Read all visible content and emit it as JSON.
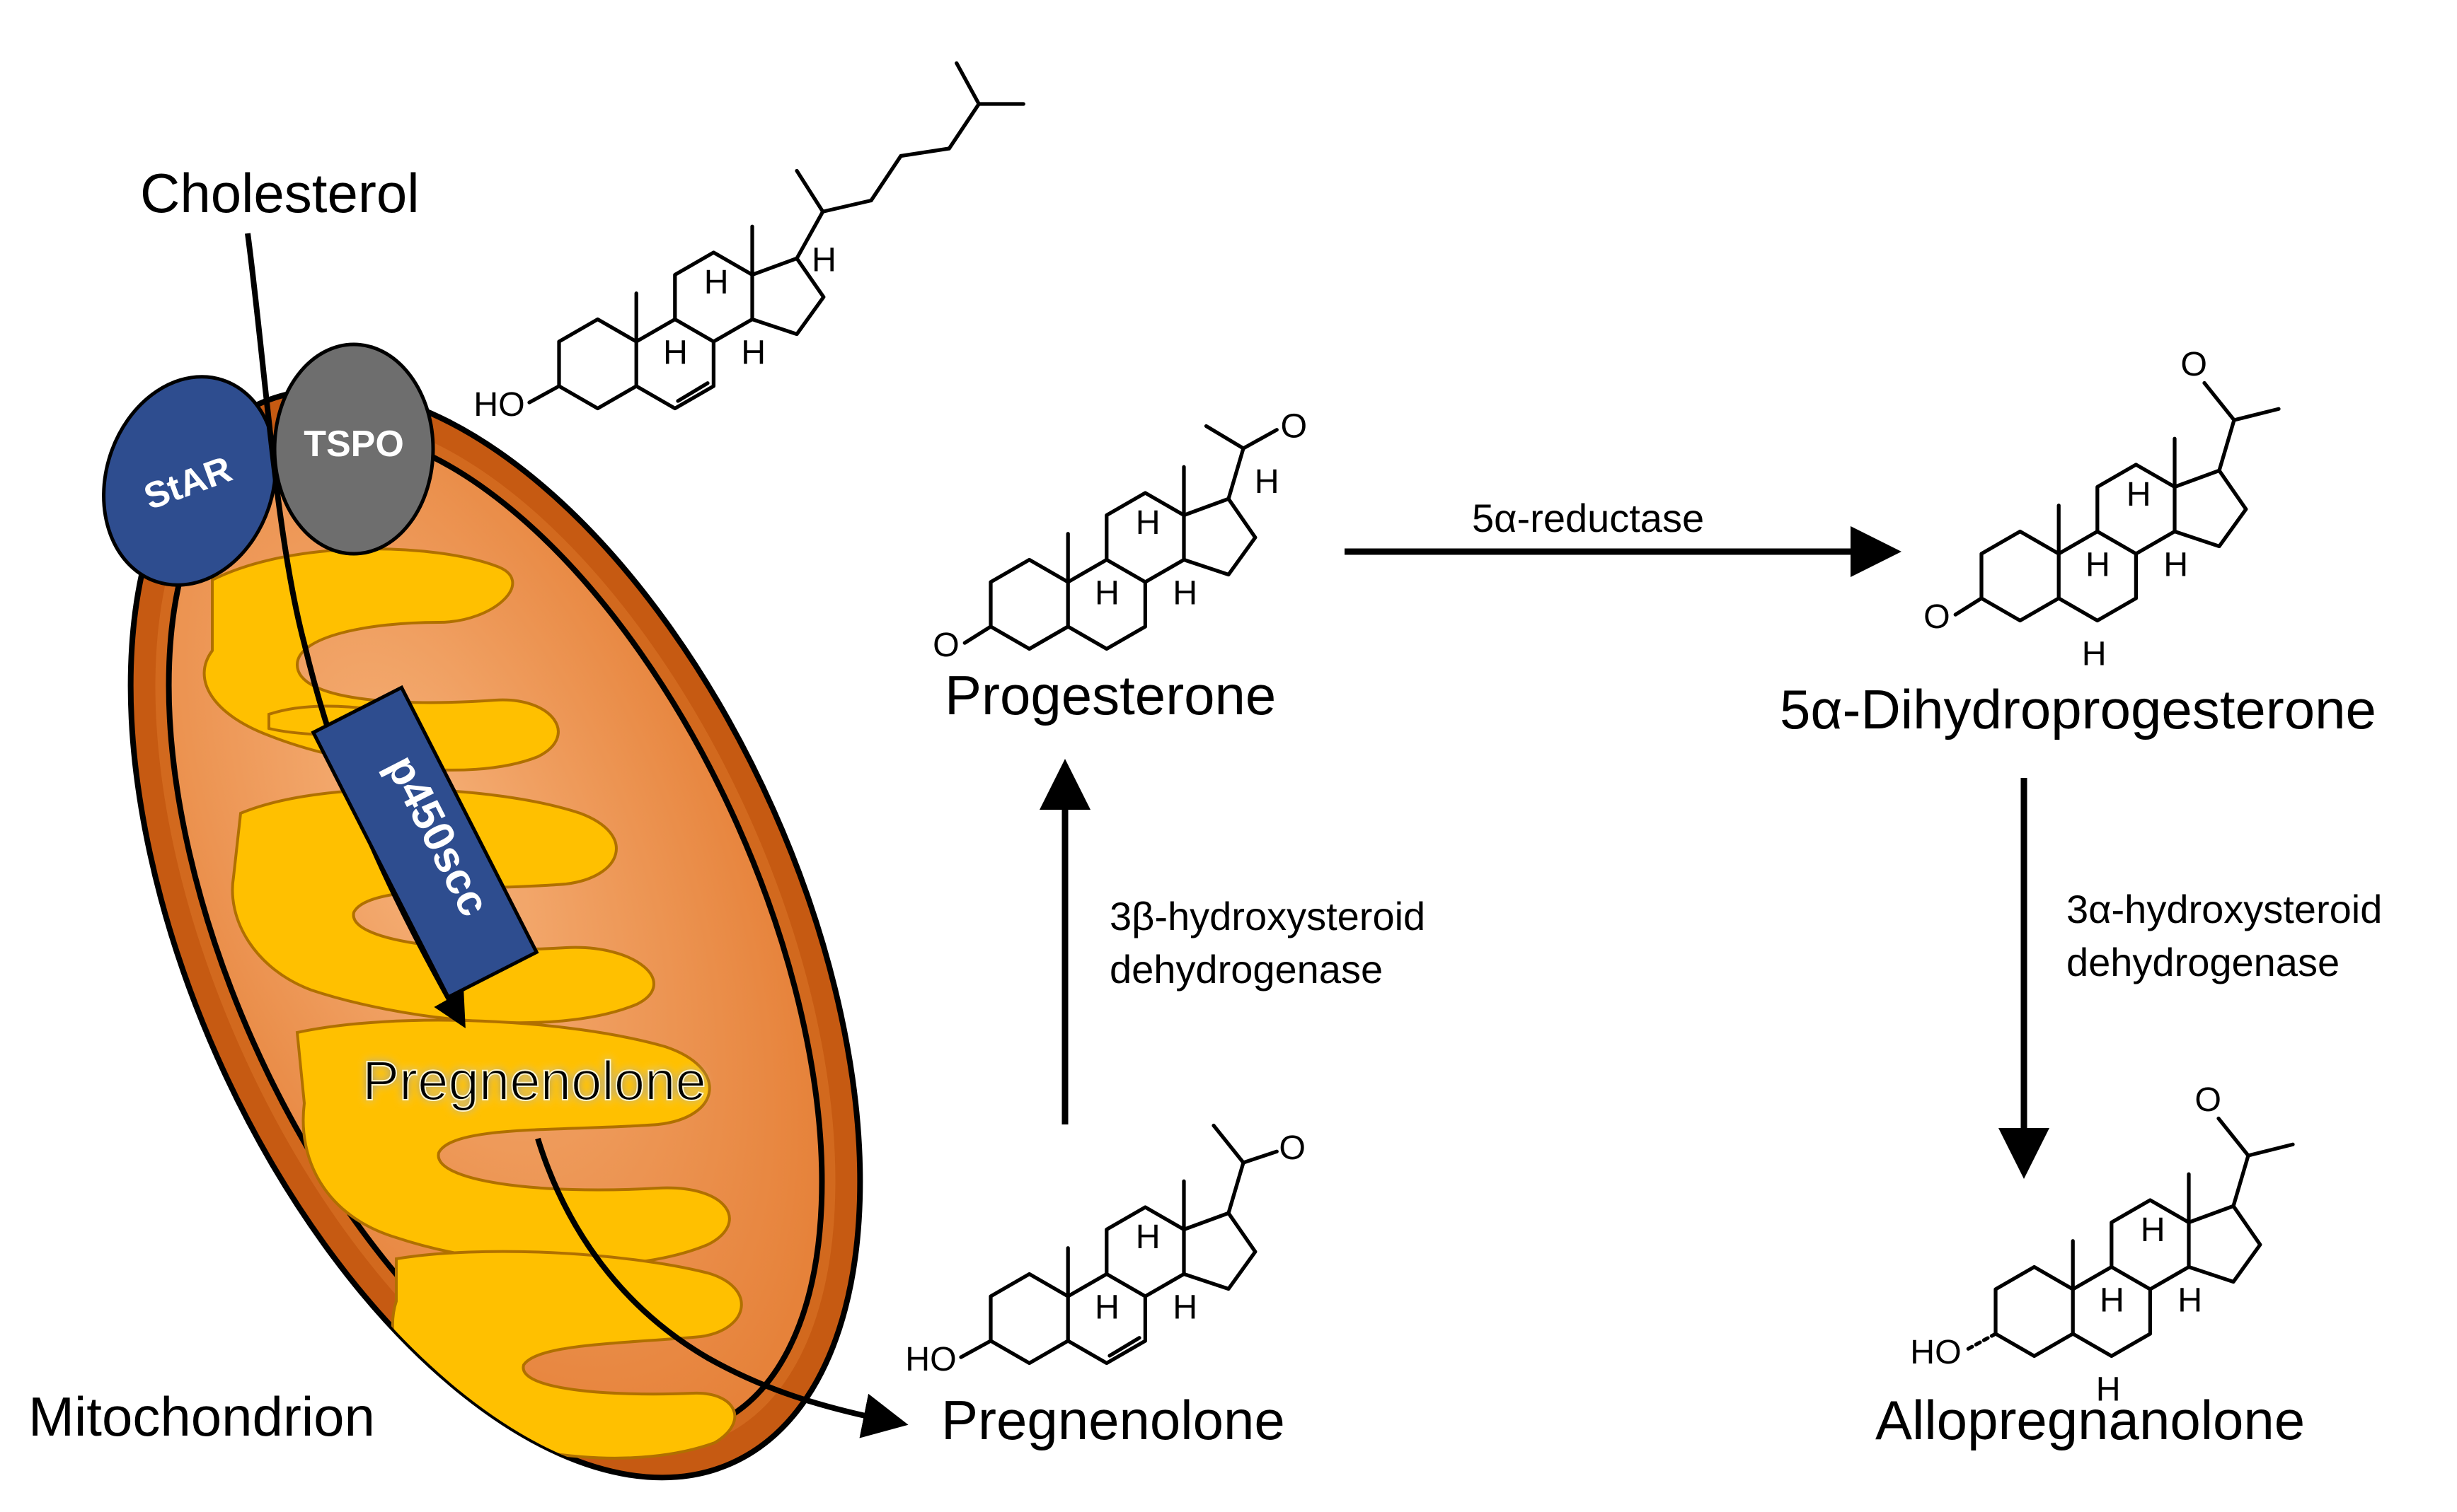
{
  "mitochondrion": {
    "label": "Mitochondrion",
    "inner_product": "Pregnenolone",
    "proteins": {
      "star": "StAR",
      "tspo": "TSPO",
      "p450scc": "p450scc"
    }
  },
  "molecules": {
    "cholesterol": "Cholesterol",
    "pregnenolone": "Pregnenolone",
    "progesterone": "Progesterone",
    "dihydroprogesterone": "5α-Dihydroprogesterone",
    "allopregnanolone": "Allopregnanolone"
  },
  "enzymes": {
    "reductase": "5α-reductase",
    "hsd3b_line1": "3β-hydroxysteroid",
    "hsd3b_line2": "dehydrogenase",
    "hsd3a_line1": "3α-hydroxysteroid",
    "hsd3a_line2": "dehydrogenase"
  },
  "atoms": {
    "hydroxyl": "HO",
    "oxygen": "O",
    "hydrogen": "H"
  },
  "colors": {
    "mito_outer": "#c65a12",
    "mito_matrix": "#e98a3a",
    "cristae": "#ffc000",
    "protein_blue": "#2e4d8f",
    "protein_gray": "#6e6e6e"
  }
}
